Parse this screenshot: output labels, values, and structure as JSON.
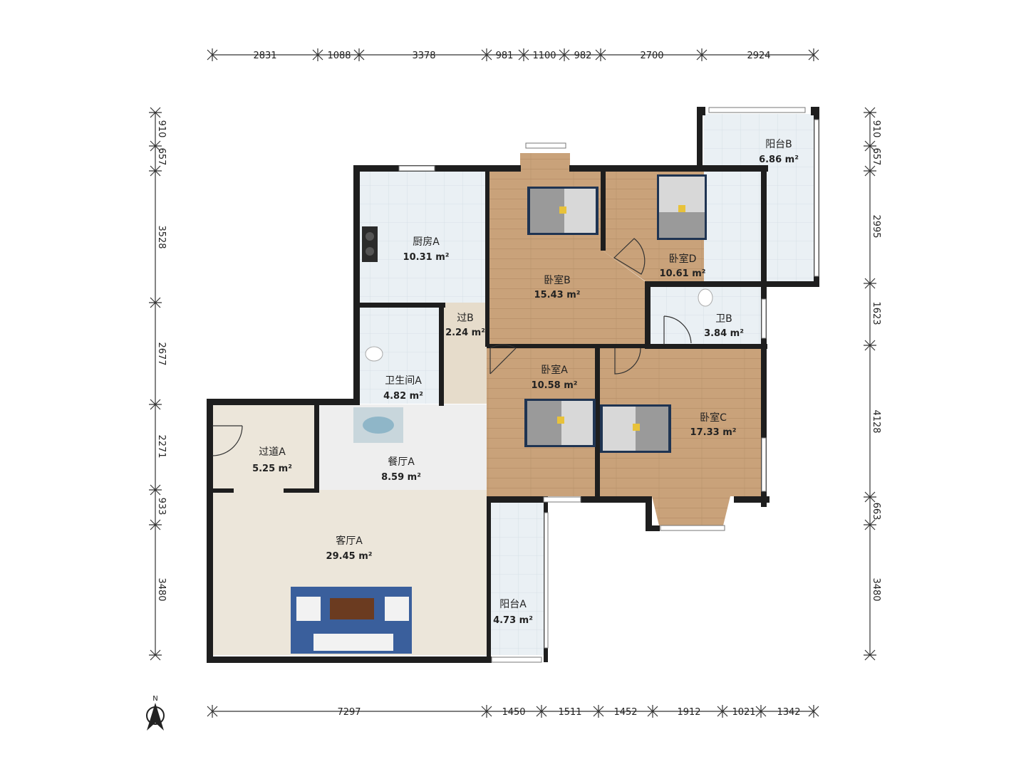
{
  "dimensions": {
    "top": [
      "2831",
      "1088",
      "3378",
      "981",
      "1100",
      "982",
      "2700",
      "2924"
    ],
    "bottom": [
      "7297",
      "1450",
      "1511",
      "1452",
      "1912",
      "1021",
      "1342"
    ],
    "left": [
      "910",
      "657",
      "3528",
      "2677",
      "2271",
      "933",
      "3480"
    ],
    "right": [
      "910",
      "657",
      "2995",
      "1623",
      "4128",
      "663",
      "3480"
    ]
  },
  "rooms": [
    {
      "name": "厨房A",
      "area": "10.31 m²",
      "floor": "tile"
    },
    {
      "name": "卧室B",
      "area": "15.43 m²",
      "floor": "wood"
    },
    {
      "name": "卧室D",
      "area": "10.61 m²",
      "floor": "wood"
    },
    {
      "name": "阳台B",
      "area": "6.86 m²",
      "floor": "tile"
    },
    {
      "name": "过B",
      "area": "2.24 m²",
      "floor": "wood-light"
    },
    {
      "name": "卫B",
      "area": "3.84 m²",
      "floor": "tile"
    },
    {
      "name": "卫生间A",
      "area": "4.82 m²",
      "floor": "tile"
    },
    {
      "name": "卧室A",
      "area": "10.58 m²",
      "floor": "wood"
    },
    {
      "name": "卧室C",
      "area": "17.33 m²",
      "floor": "wood"
    },
    {
      "name": "过道A",
      "area": "5.25 m²",
      "floor": "beige"
    },
    {
      "name": "餐厅A",
      "area": "8.59 m²",
      "floor": "lightgray"
    },
    {
      "name": "客厅A",
      "area": "29.45 m²",
      "floor": "beige"
    },
    {
      "name": "阳台A",
      "area": "4.73 m²",
      "floor": "tile"
    }
  ],
  "compass": {
    "label": "N"
  },
  "colors": {
    "wall": "#1e1e1e",
    "wood": "#c9a27a",
    "tile": "#e9eef2",
    "beige": "#ece6da",
    "lightgray": "#eeeeee",
    "rug": "#3a5f9c"
  }
}
